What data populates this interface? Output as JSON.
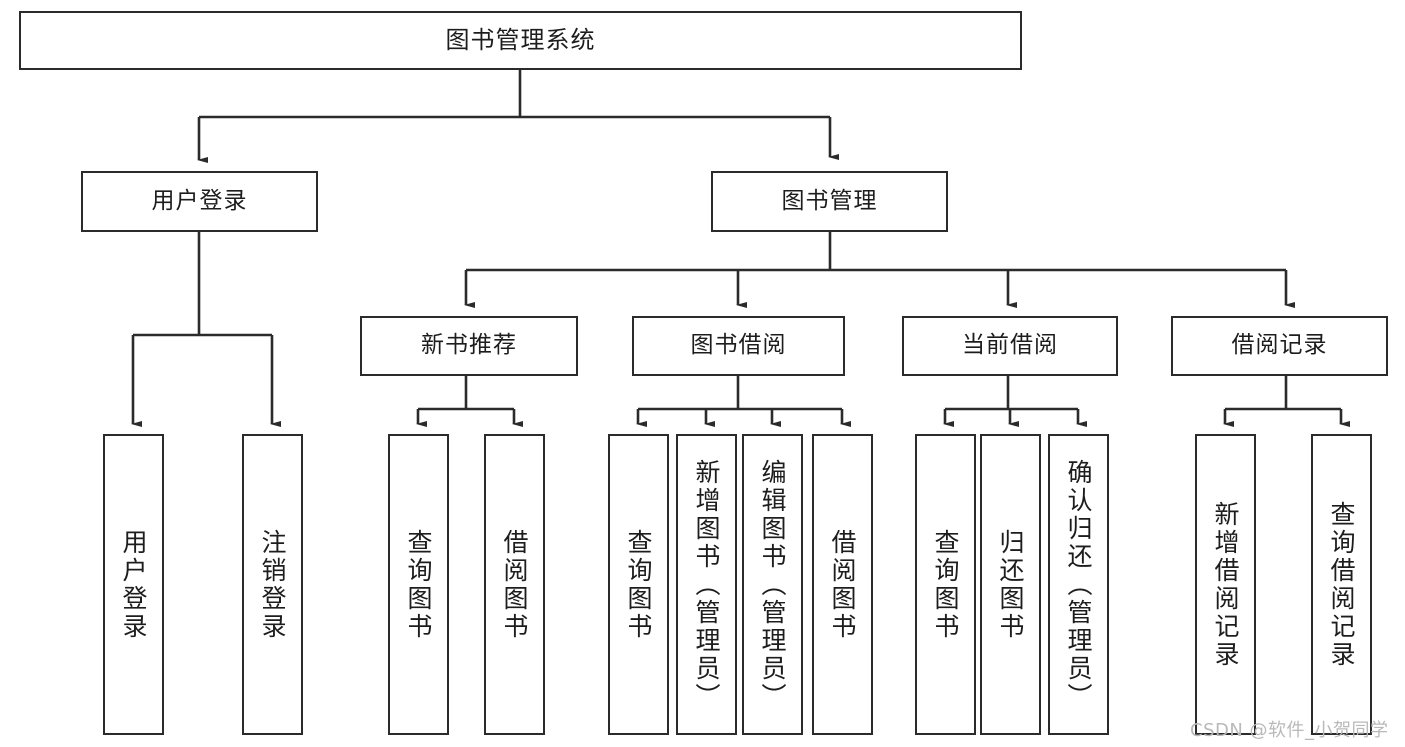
{
  "diagram": {
    "title": "图书管理系统",
    "type": "hierarchy-tree",
    "stroke_color": "#2b2b2b",
    "fill_color": "#ffffff",
    "text_color": "#1d1d1d"
  },
  "nodes": {
    "root": {
      "label": "图书管理系统"
    },
    "level1": [
      {
        "label": "用户登录"
      },
      {
        "label": "图书管理"
      }
    ],
    "level2": [
      {
        "label": "新书推荐"
      },
      {
        "label": "图书借阅"
      },
      {
        "label": "当前借阅"
      },
      {
        "label": "借阅记录"
      }
    ],
    "leaves": {
      "user_login": [
        {
          "label": "用户登录"
        },
        {
          "label": "注销登录"
        }
      ],
      "new_book": [
        {
          "label": "查询图书"
        },
        {
          "label": "借阅图书"
        }
      ],
      "book_borrow": [
        {
          "label": "查询图书"
        },
        {
          "label": "新增图书（管理员）"
        },
        {
          "label": "编辑图书（管理员）"
        },
        {
          "label": "借阅图书"
        }
      ],
      "current_borrow": [
        {
          "label": "查询图书"
        },
        {
          "label": "归还图书"
        },
        {
          "label": "确认归还（管理员）"
        }
      ],
      "borrow_record": [
        {
          "label": "新增借阅记录"
        },
        {
          "label": "查询借阅记录"
        }
      ]
    }
  },
  "watermark": {
    "text": "CSDN @软件_小贺同学",
    "color": "#b9b9b9"
  }
}
